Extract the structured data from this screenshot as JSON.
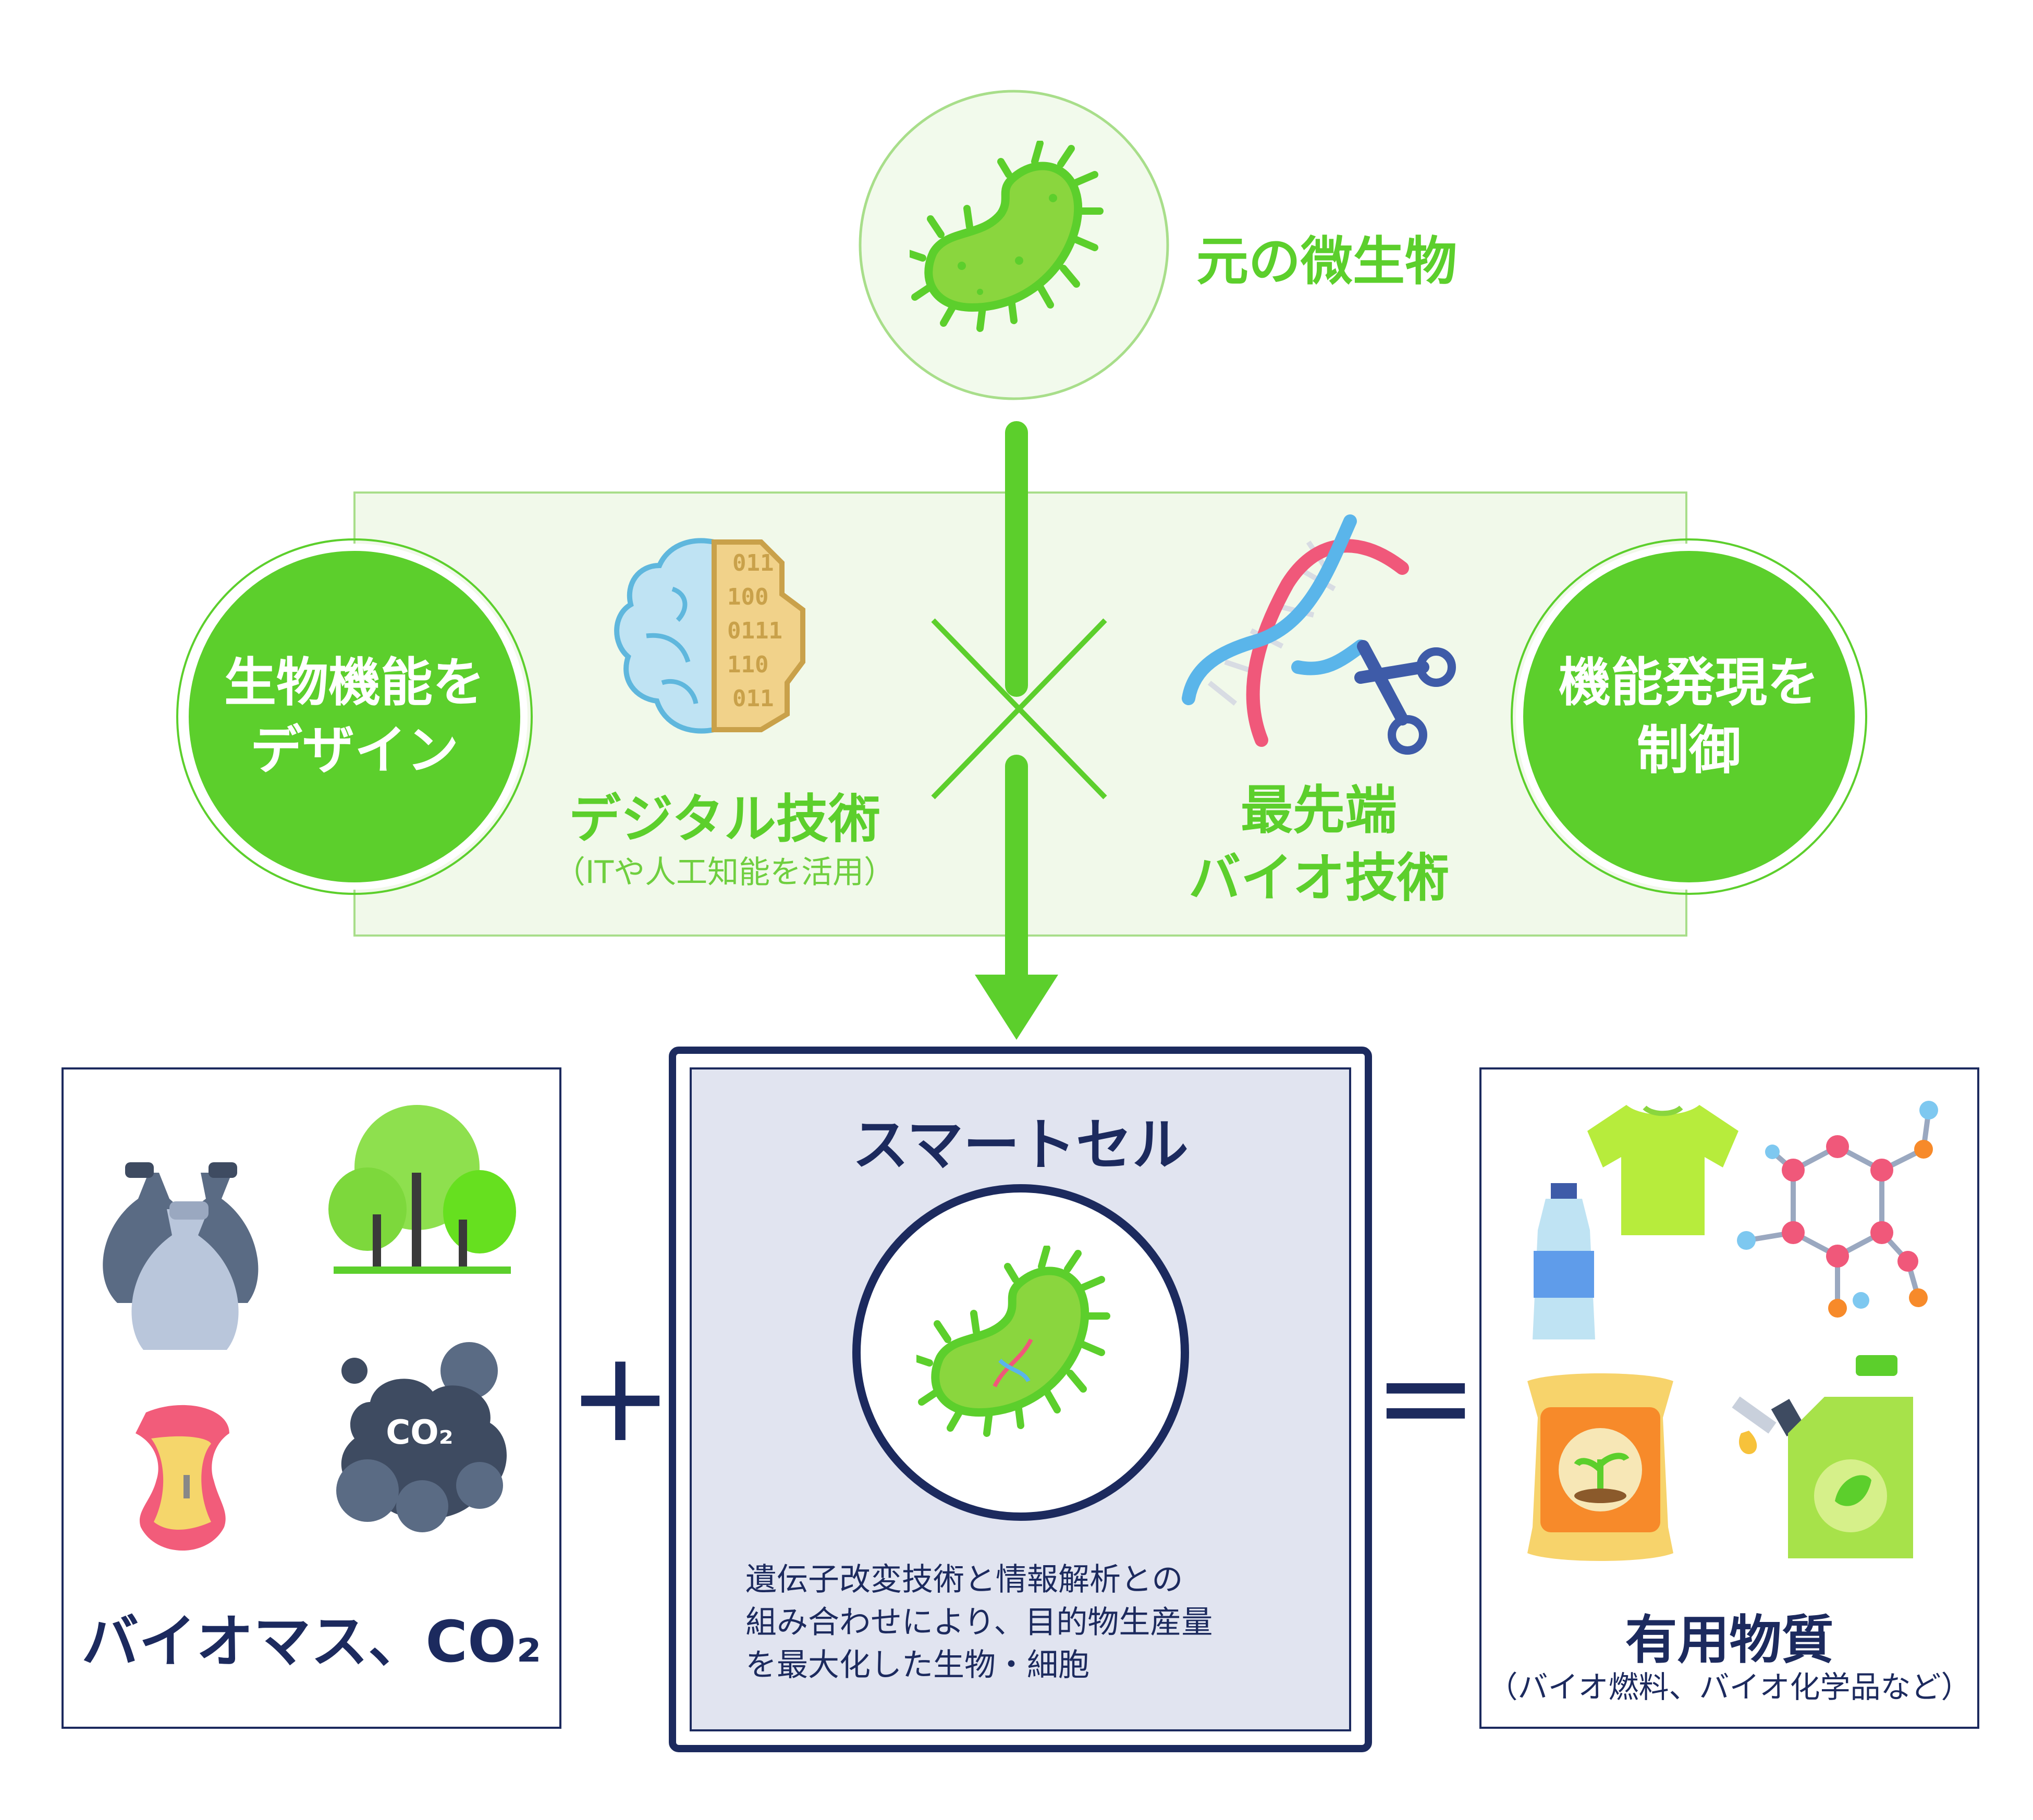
{
  "origin": {
    "label": "元の微生物"
  },
  "design": {
    "left_circle": "生物機能を\nデザイン",
    "right_circle": "機能発現を\n制御"
  },
  "digital": {
    "title": "デジタル技術",
    "subtitle": "（ITや人工知能を活用）",
    "binary_lines": [
      "011",
      "100",
      "0111",
      "110",
      "011"
    ]
  },
  "bio": {
    "title": "最先端\nバイオ技術"
  },
  "inputs": {
    "label": "バイオマス、CO₂",
    "co2_label": "CO₂"
  },
  "smartcell": {
    "title": "スマートセル",
    "description": "遺伝子改変技術と情報解析との\n組み合わせにより、目的物生産量\nを最大化した生物・細胞"
  },
  "operators": {
    "plus": "+",
    "equals": "="
  },
  "outputs": {
    "title": "有用物質",
    "subtitle": "（バイオ燃料、バイオ化学品など）"
  },
  "colors": {
    "green": "#5ccf2c",
    "light_green_fill": "#f1f9ea",
    "navy": "#1c2a5e",
    "smartcell_fill": "#e1e4f0"
  }
}
